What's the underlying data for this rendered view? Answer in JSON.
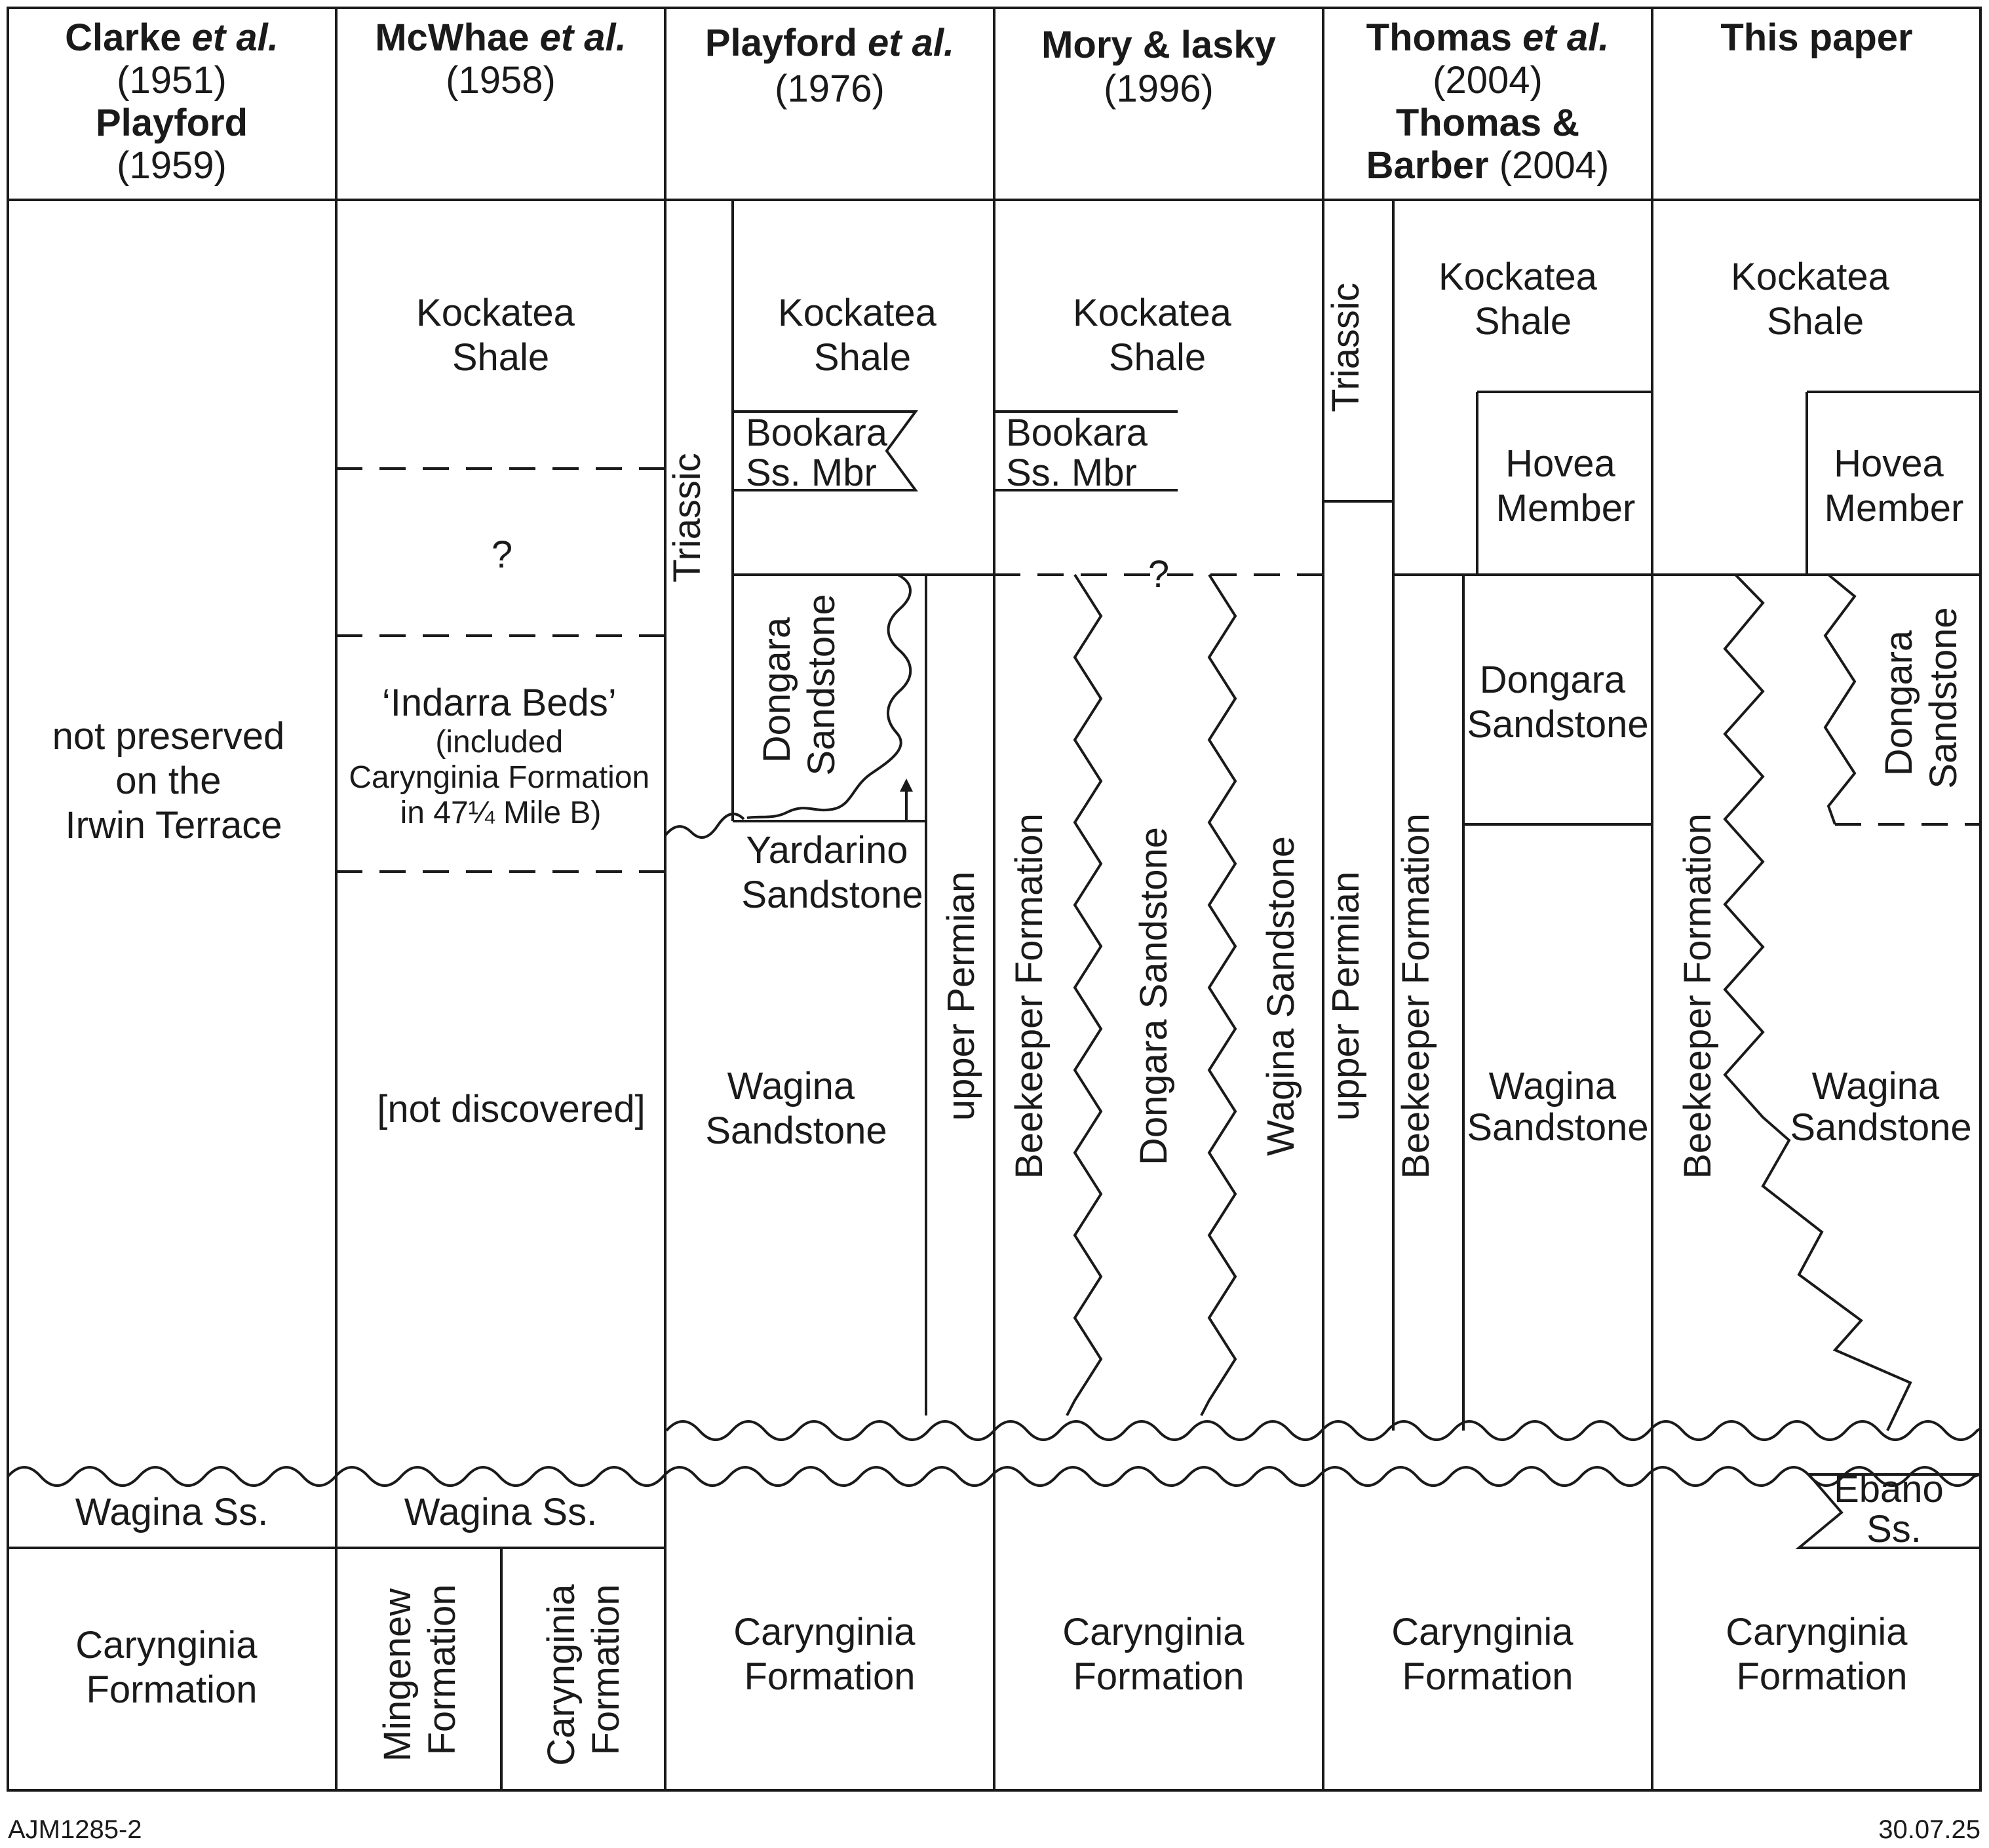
{
  "columns": [
    {
      "header": [
        [
          {
            "t": "Clarke ",
            "b": true
          },
          {
            "t": "et al.",
            "b": true,
            "i": true
          }
        ],
        [
          {
            "t": "(1951)"
          }
        ],
        [
          {
            "t": "Playford",
            "b": true
          }
        ],
        [
          {
            "t": "(1959)"
          }
        ]
      ]
    },
    {
      "header": [
        [
          {
            "t": "McWhae ",
            "b": true
          },
          {
            "t": "et al.",
            "b": true,
            "i": true
          }
        ],
        [
          {
            "t": "(1958)"
          }
        ]
      ]
    },
    {
      "header": [
        [
          {
            "t": "Playford ",
            "b": true
          },
          {
            "t": "et al.",
            "b": true,
            "i": true
          }
        ],
        [
          {
            "t": "(1976)"
          }
        ]
      ]
    },
    {
      "header": [
        [
          {
            "t": "Mory & lasky",
            "b": true
          }
        ],
        [
          {
            "t": "(1996)"
          }
        ]
      ]
    },
    {
      "header": [
        [
          {
            "t": "Thomas ",
            "b": true
          },
          {
            "t": "et al.",
            "b": true,
            "i": true
          }
        ],
        [
          {
            "t": "(2004)"
          }
        ],
        [
          {
            "t": "Thomas &",
            "b": true
          }
        ],
        [
          {
            "t": "Barber ",
            "b": true
          },
          {
            "t": "(2004)"
          }
        ]
      ]
    },
    {
      "header": [
        [
          {
            "t": "This paper",
            "b": true
          }
        ]
      ]
    }
  ],
  "units": {
    "c1": {
      "not_preserved": [
        "not preserved",
        "on the",
        "Irwin Terrace"
      ],
      "wagina": "Wagina Ss.",
      "carynginia": [
        "Carynginia",
        "Formation"
      ]
    },
    "c2": {
      "kockatea": [
        "Kockatea",
        "Shale"
      ],
      "question": "?",
      "indarra": [
        "‘Indarra Beds’",
        "(included",
        "Carynginia Formation",
        "in 47¼ Mile B)"
      ],
      "not_discovered": "[not discovered]",
      "wagina": "Wagina Ss.",
      "mingenew": [
        "Mingenew",
        "Formation"
      ],
      "carynginia": [
        "Carynginia",
        "Formation"
      ]
    },
    "c3": {
      "triassic": "Triassic",
      "kockatea": [
        "Kockatea",
        "Shale"
      ],
      "bookara": [
        "Bookara",
        "Ss. Mbr"
      ],
      "dongara": [
        "Dongara",
        "Sandstone"
      ],
      "yardarino": [
        "Yardarino",
        "Sandstone"
      ],
      "wagina": [
        "Wagina",
        "Sandstone"
      ],
      "upper_permian": "upper Permian",
      "carynginia": [
        "Carynginia",
        "Formation"
      ]
    },
    "c4": {
      "kockatea": [
        "Kockatea",
        "Shale"
      ],
      "bookara": [
        "Bookara",
        "Ss. Mbr"
      ],
      "question": "?",
      "beekeeper": "Beekeeper Formation",
      "dongara": "Dongara Sandstone",
      "wagina": "Wagina Sandstone",
      "carynginia": [
        "Carynginia",
        "Formation"
      ]
    },
    "c5": {
      "triassic": "Triassic",
      "kockatea": [
        "Kockatea",
        "Shale"
      ],
      "hovea": [
        "Hovea",
        "Member"
      ],
      "upper_permian": "upper Permian",
      "beekeeper": "Beekeeper Formation",
      "dongara": [
        "Dongara",
        "Sandstone"
      ],
      "wagina": [
        "Wagina",
        "Sandstone"
      ],
      "carynginia": [
        "Carynginia",
        "Formation"
      ]
    },
    "c6": {
      "kockatea": [
        "Kockatea",
        "Shale"
      ],
      "hovea": [
        "Hovea",
        "Member"
      ],
      "beekeeper": "Beekeeper Formation",
      "dongara": [
        "Dongara",
        "Sandstone"
      ],
      "wagina": [
        "Wagina",
        "Sandstone"
      ],
      "ebano": [
        "Ebano",
        "Ss."
      ],
      "carynginia": [
        "Carynginia",
        "Formation"
      ]
    }
  },
  "footer": {
    "left": "AJM1285-2",
    "right": "30.07.25"
  }
}
